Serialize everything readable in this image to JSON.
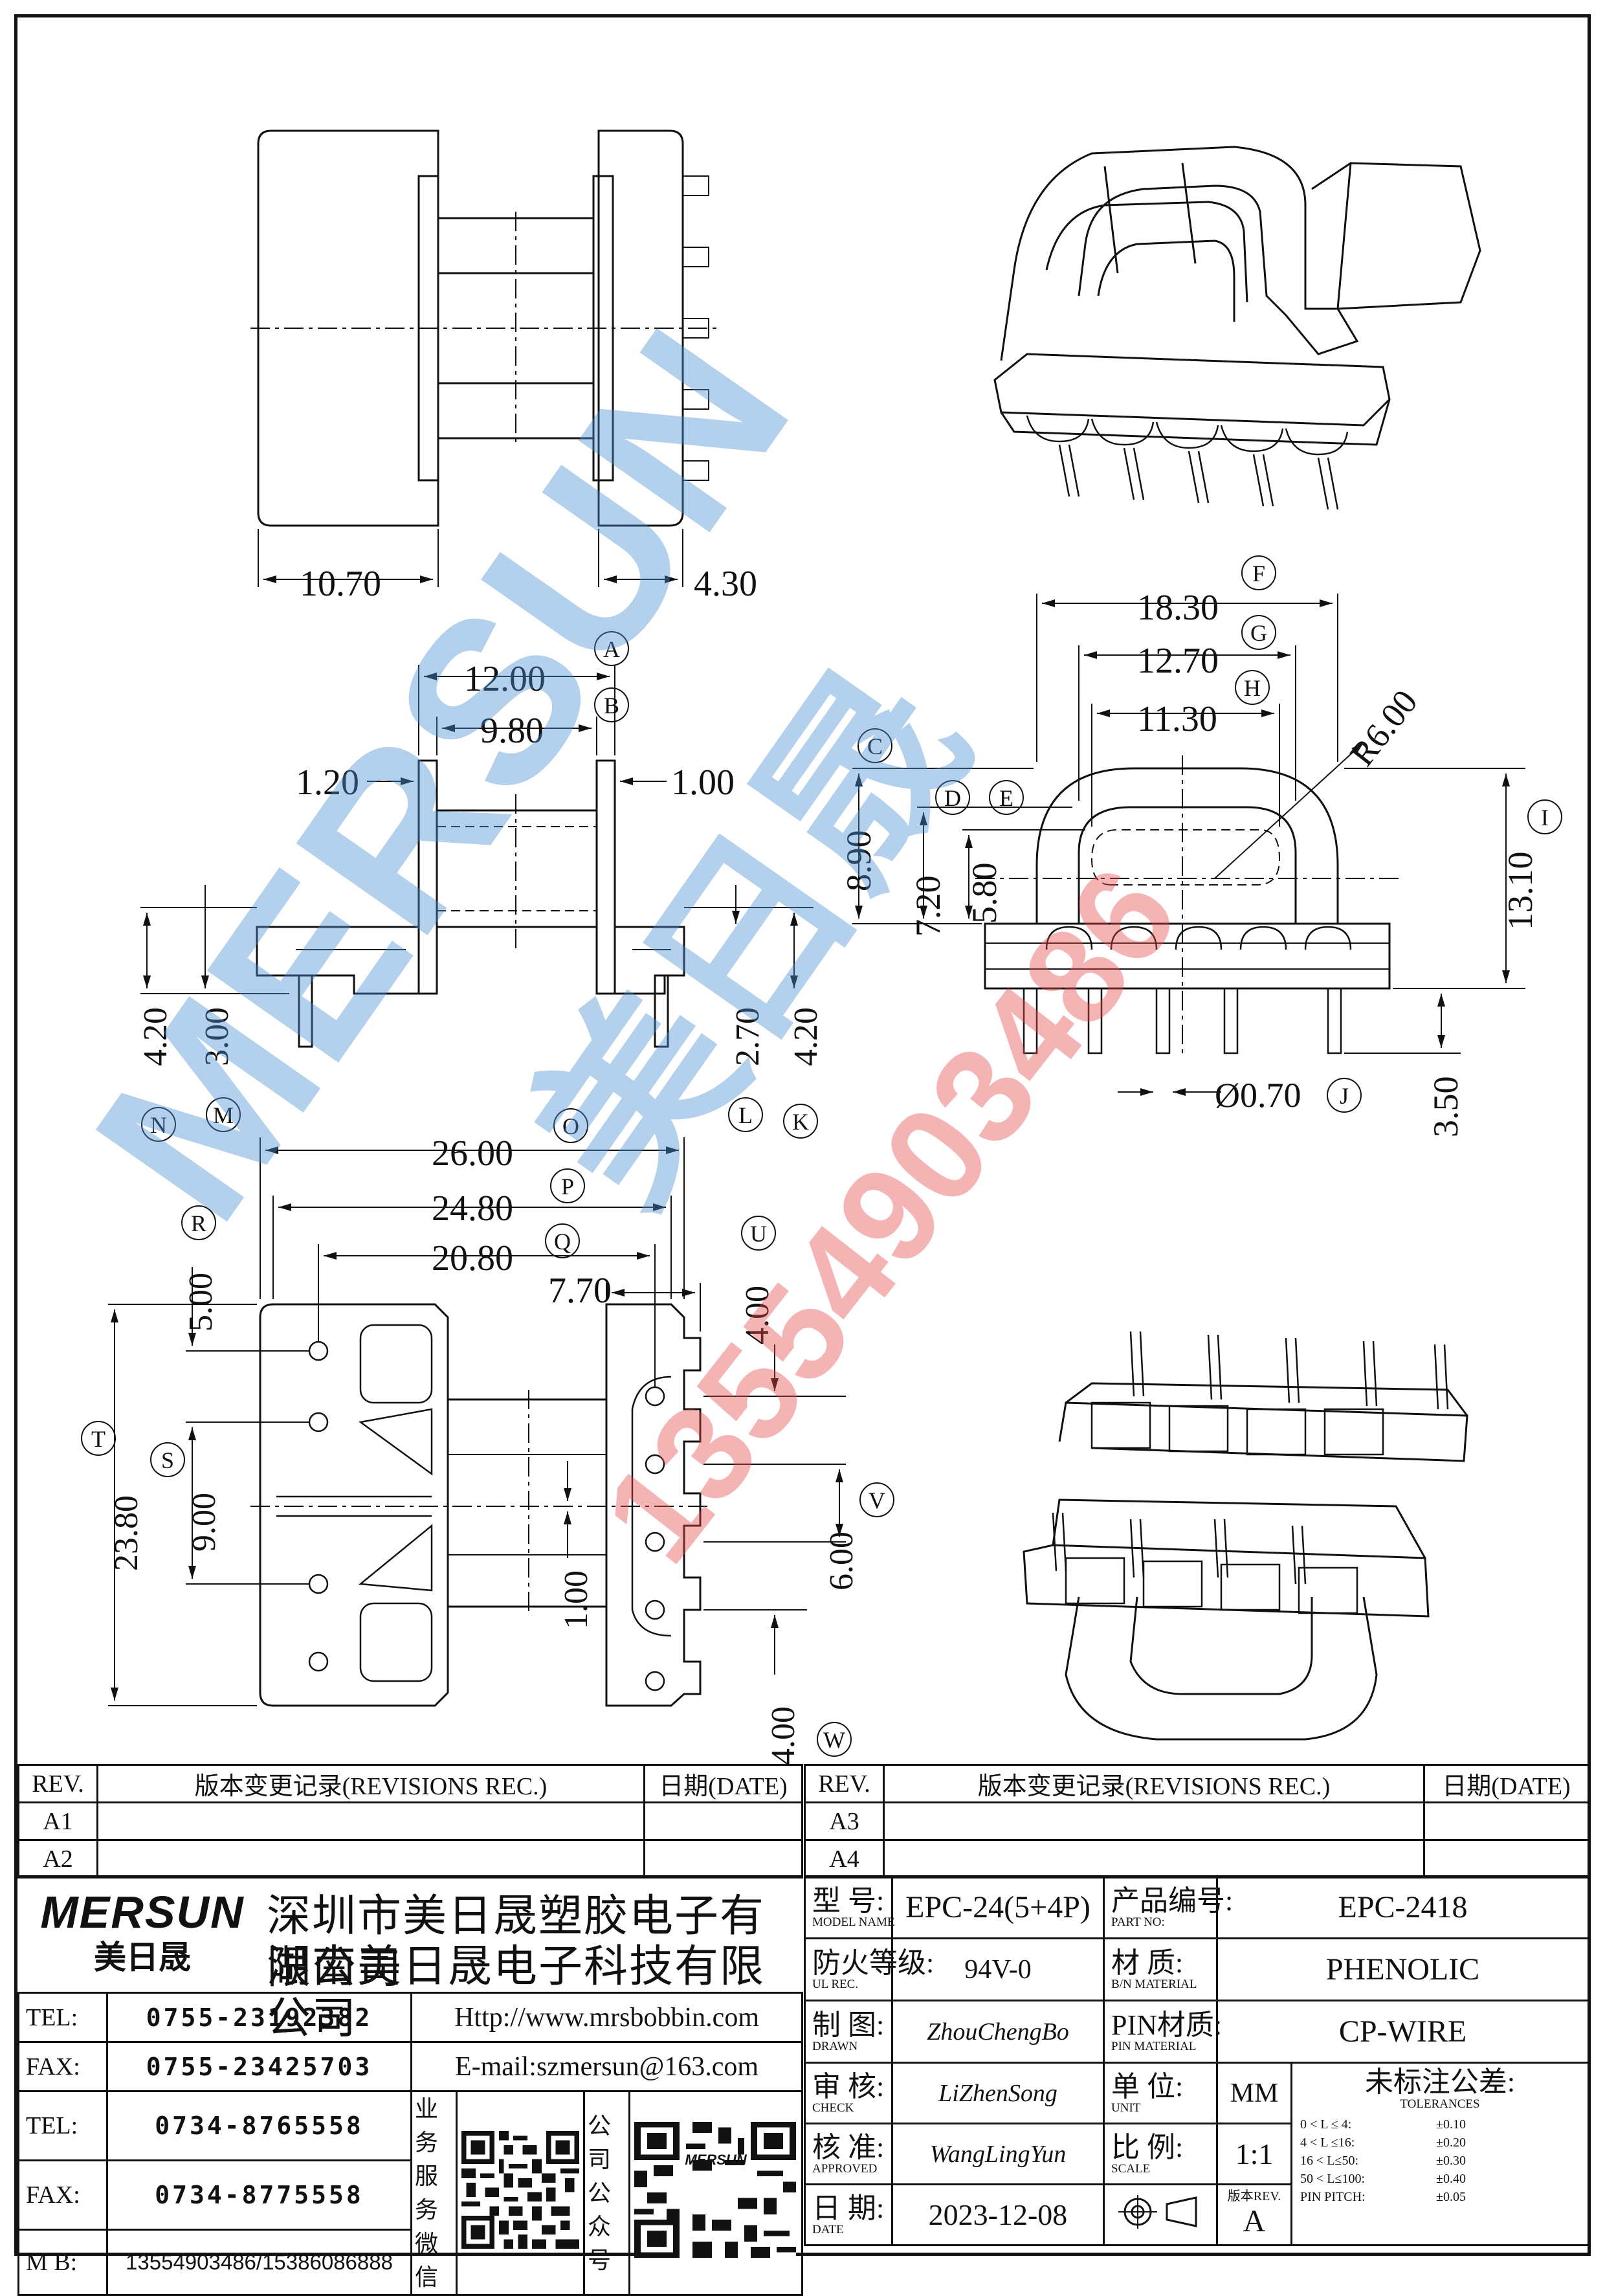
{
  "dimensions": {
    "top_left_width": "10.70",
    "top_right_width": "4.30",
    "A": "12.00",
    "B": "9.80",
    "flange_left": "1.20",
    "flange_right": "1.00",
    "N": "4.20",
    "M": "3.00",
    "L": "2.70",
    "K": "4.20",
    "F": "18.30",
    "G": "12.70",
    "H": "11.30",
    "C": "8.90",
    "D": "7.20",
    "E": "5.80",
    "radius": "R6.00",
    "I": "13.10",
    "J": "Ø0.70",
    "pin_len": "3.50",
    "O": "26.00",
    "P": "24.80",
    "Q": "20.80",
    "Q2": "7.70",
    "R": "5.00",
    "T": "23.80",
    "S": "9.00",
    "U": "4.00",
    "V": "6.00",
    "center": "1.00",
    "W": "4.00"
  },
  "letters": [
    "A",
    "B",
    "C",
    "D",
    "E",
    "F",
    "G",
    "H",
    "I",
    "J",
    "K",
    "L",
    "M",
    "N",
    "O",
    "P",
    "Q",
    "R",
    "S",
    "T",
    "U",
    "V",
    "W"
  ],
  "watermark": {
    "brand": "MERSUN",
    "cn": "美日晟",
    "phone": "13554903486"
  },
  "revisions_left": {
    "rev_header": "REV.",
    "rec_header": "版本变更记录(REVISIONS REC.)",
    "date_header": "日期(DATE)",
    "rows": [
      "A1",
      "A2"
    ]
  },
  "revisions_right": {
    "rev_header": "REV.",
    "rec_header": "版本变更记录(REVISIONS REC.)",
    "date_header": "日期(DATE)",
    "rows": [
      "A3",
      "A4"
    ]
  },
  "company": {
    "logo": "MERSUN",
    "logo_cn": "美日晟",
    "name1": "深圳市美日晟塑胶电子有限公司",
    "name2": "湖南美日晟电子科技有限公司"
  },
  "contacts": {
    "tel1_label": "TEL:",
    "tel1": "0755-23192382",
    "fax1_label": "FAX:",
    "fax1": "0755-23425703",
    "tel2_label": "TEL:",
    "tel2": "0734-8765558",
    "fax2_label": "FAX:",
    "fax2": "0734-8775558",
    "mb_label": "M B:",
    "mb": "13554903486/15386086888",
    "web": "Http://www.mrsbobbin.com",
    "email": "E-mail:szmersun@163.com",
    "qr1_label": "业务服务微信",
    "qr2_label": "公司公众号",
    "qr2_brand": "MERSUN"
  },
  "spec": {
    "model_label": "型 号:",
    "model_sub": "MODEL NAME",
    "model": "EPC-24(5+4P)",
    "part_label": "产品编号:",
    "part_sub": "PART NO:",
    "part": "EPC-2418",
    "ul_label": "防火等级:",
    "ul_sub": "UL REC.",
    "ul": "94V-0",
    "material_label": "材 质:",
    "material_sub": "B/N MATERIAL",
    "material": "PHENOLIC",
    "drawn_label": "制 图:",
    "drawn_sub": "DRAWN",
    "drawn": "ZhouChengBo",
    "pin_label": "PIN材质:",
    "pin_sub": "PIN MATERIAL",
    "pin": "CP-WIRE",
    "check_label": "审 核:",
    "check_sub": "CHECK",
    "check": "LiZhenSong",
    "unit_label": "单 位:",
    "unit_sub": "UNIT",
    "unit": "MM",
    "tol_label": "未标注公差:",
    "tol_sub": "TOLERANCES",
    "approved_label": "核 准:",
    "approved_sub": "APPROVED",
    "approved": "WangLingYun",
    "scale_label": "比 例:",
    "scale_sub": "SCALE",
    "scale": "1:1",
    "date_label": "日 期:",
    "date_sub": "DATE",
    "date": "2023-12-08",
    "version_label": "版本REV.",
    "version": "A",
    "tolerances": [
      {
        "range": "0 < L ≤ 4:",
        "value": "±0.10"
      },
      {
        "range": "4 < L ≤16:",
        "value": "±0.20"
      },
      {
        "range": "16 < L≤50:",
        "value": "±0.30"
      },
      {
        "range": "50 < L≤100:",
        "value": "±0.40"
      },
      {
        "range": "PIN PITCH:",
        "value": "±0.05"
      }
    ]
  }
}
